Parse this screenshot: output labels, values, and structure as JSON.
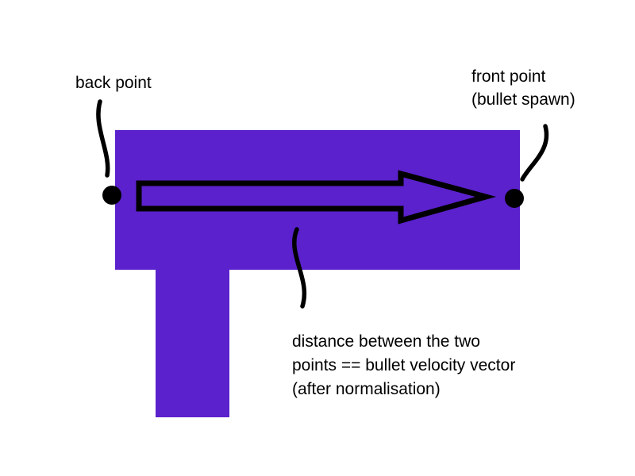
{
  "canvas": {
    "background": "#ffffff"
  },
  "colors": {
    "gun_fill": "#5b21cd",
    "ink": "#000000"
  },
  "labels": {
    "back_point": "back point",
    "front_point": "front point",
    "front_point_sub": "(bullet spawn)",
    "distance_line1": "distance between the two",
    "distance_line2": "points == bullet velocity vector",
    "distance_line3": "(after normalisation)"
  }
}
